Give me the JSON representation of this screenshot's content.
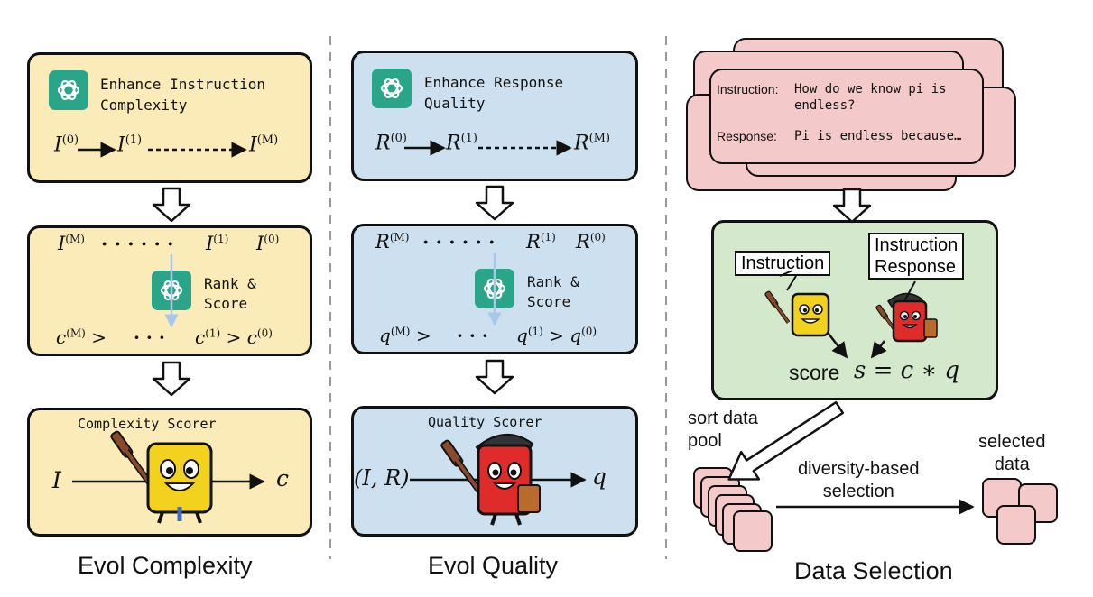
{
  "columns": {
    "complexity": {
      "caption": "Evol Complexity",
      "enhance_label_line1": "Enhance Instruction",
      "enhance_label_line2": "Complexity",
      "chain": {
        "first": "I",
        "first_sup": "(0)",
        "second": "I",
        "second_sup": "(1)",
        "last": "I",
        "last_sup": "(M)"
      },
      "rank_row": {
        "a": "I",
        "a_sup": "(M)",
        "dots": "· · · · · ·",
        "b": "I",
        "b_sup": "(1)",
        "c": "I",
        "c_sup": "(0)"
      },
      "rank_label_line1": "Rank &",
      "rank_label_line2": "Score",
      "score_row": {
        "a": "c",
        "a_sup": "(M)",
        "gt1": ">",
        "dots": "· · ·",
        "b": "c",
        "b_sup": "(1)",
        "gt2": ">",
        "c": "c",
        "c_sup": "(0)"
      },
      "scorer_title": "Complexity Scorer",
      "scorer_input": "I",
      "scorer_output": "c"
    },
    "quality": {
      "caption": "Evol Quality",
      "enhance_label_line1": "Enhance Response",
      "enhance_label_line2": "Quality",
      "chain": {
        "first": "R",
        "first_sup": "(0)",
        "second": "R",
        "second_sup": "(1)",
        "last": "R",
        "last_sup": "(M)"
      },
      "rank_row": {
        "a": "R",
        "a_sup": "(M)",
        "dots": "· · · · · ·",
        "b": "R",
        "b_sup": "(1)",
        "c": "R",
        "c_sup": "(0)"
      },
      "rank_label_line1": "Rank &",
      "rank_label_line2": "Score",
      "score_row": {
        "a": "q",
        "a_sup": "(M)",
        "gt1": ">",
        "dots": "· · ·",
        "b": "q",
        "b_sup": "(1)",
        "gt2": ">",
        "c": "q",
        "c_sup": "(0)"
      },
      "scorer_title": "Quality Scorer",
      "scorer_input": "(I, R)",
      "scorer_output": "q"
    },
    "selection": {
      "caption": "Data Selection",
      "card": {
        "instruction_key": "Instruction:",
        "instruction_value_line1": "How do we know pi is",
        "instruction_value_line2": "endless?",
        "response_key": "Response:",
        "response_value": "Pi is endless because…"
      },
      "label_instruction": "Instruction",
      "label_instruction_response_line1": "Instruction",
      "label_instruction_response_line2": "Response",
      "score_word": "score",
      "score_formula": "s = c ∗ q",
      "sort_label_line1": "sort data",
      "sort_label_line2": "pool",
      "diversity_label_line1": "diversity-based",
      "diversity_label_line2": "selection",
      "selected_label_line1": "selected",
      "selected_label_line2": "data"
    }
  },
  "colors": {
    "yellow_fill": "#fbebb9",
    "blue_fill": "#cde0ef",
    "green_fill": "#d4e8cc",
    "pink_fill": "#f3c9c9",
    "gpt_green": "#2ba58a",
    "arrow_blue": "#a9c7ea",
    "judge_yellow": "#f2d21d",
    "judge_red": "#e02b2b"
  },
  "icons": [
    "chatgpt-logo-icon",
    "hollow-down-arrow-icon",
    "gavel-icon",
    "yellow-judge-mascot-icon",
    "red-judge-mascot-icon"
  ]
}
